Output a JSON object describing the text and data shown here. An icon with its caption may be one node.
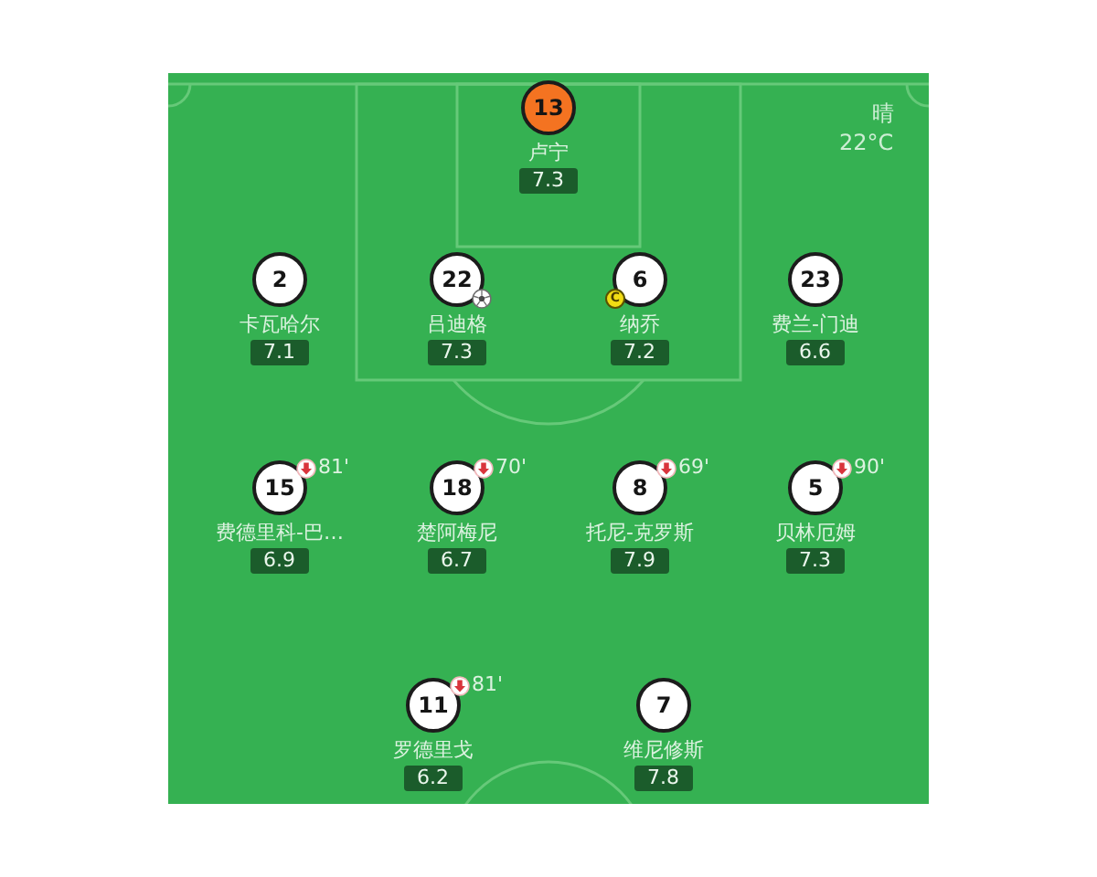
{
  "diagram": {
    "nodes": [
      {
        "text": [
          "13"
        ],
        "beside": [
          "卢宁",
          "7.3"
        ]
      },
      {
        "text": [
          "2"
        ],
        "beside": [
          "卡瓦哈尔",
          "7.1"
        ]
      },
      {
        "text": [
          "22"
        ],
        "beside": [
          "吕迪格",
          "7.3"
        ]
      },
      {
        "text": [
          "6",
          "C"
        ],
        "beside": [
          "纳乔",
          "7.2"
        ]
      },
      {
        "text": [
          "23"
        ],
        "beside": [
          "费兰-门迪",
          "6.6"
        ]
      },
      {
        "text": [
          "15"
        ],
        "beside": [
          "81'",
          "费德里科-巴…",
          "6.9"
        ]
      },
      {
        "text": [
          "18"
        ],
        "beside": [
          "70'",
          "楚阿梅尼",
          "6.7"
        ]
      },
      {
        "text": [
          "8"
        ],
        "beside": [
          "69'",
          "托尼-克罗斯",
          "7.9"
        ]
      },
      {
        "text": [
          "5"
        ],
        "beside": [
          "90'",
          "贝林厄姆",
          "7.3"
        ]
      },
      {
        "text": [
          "11"
        ],
        "beside": [
          "81'",
          "罗德里戈",
          "6.2"
        ]
      },
      {
        "text": [
          "7"
        ],
        "beside": [
          "维尼修斯",
          "7.8"
        ]
      }
    ],
    "labels": [
      "晴",
      "22°C"
    ]
  }
}
